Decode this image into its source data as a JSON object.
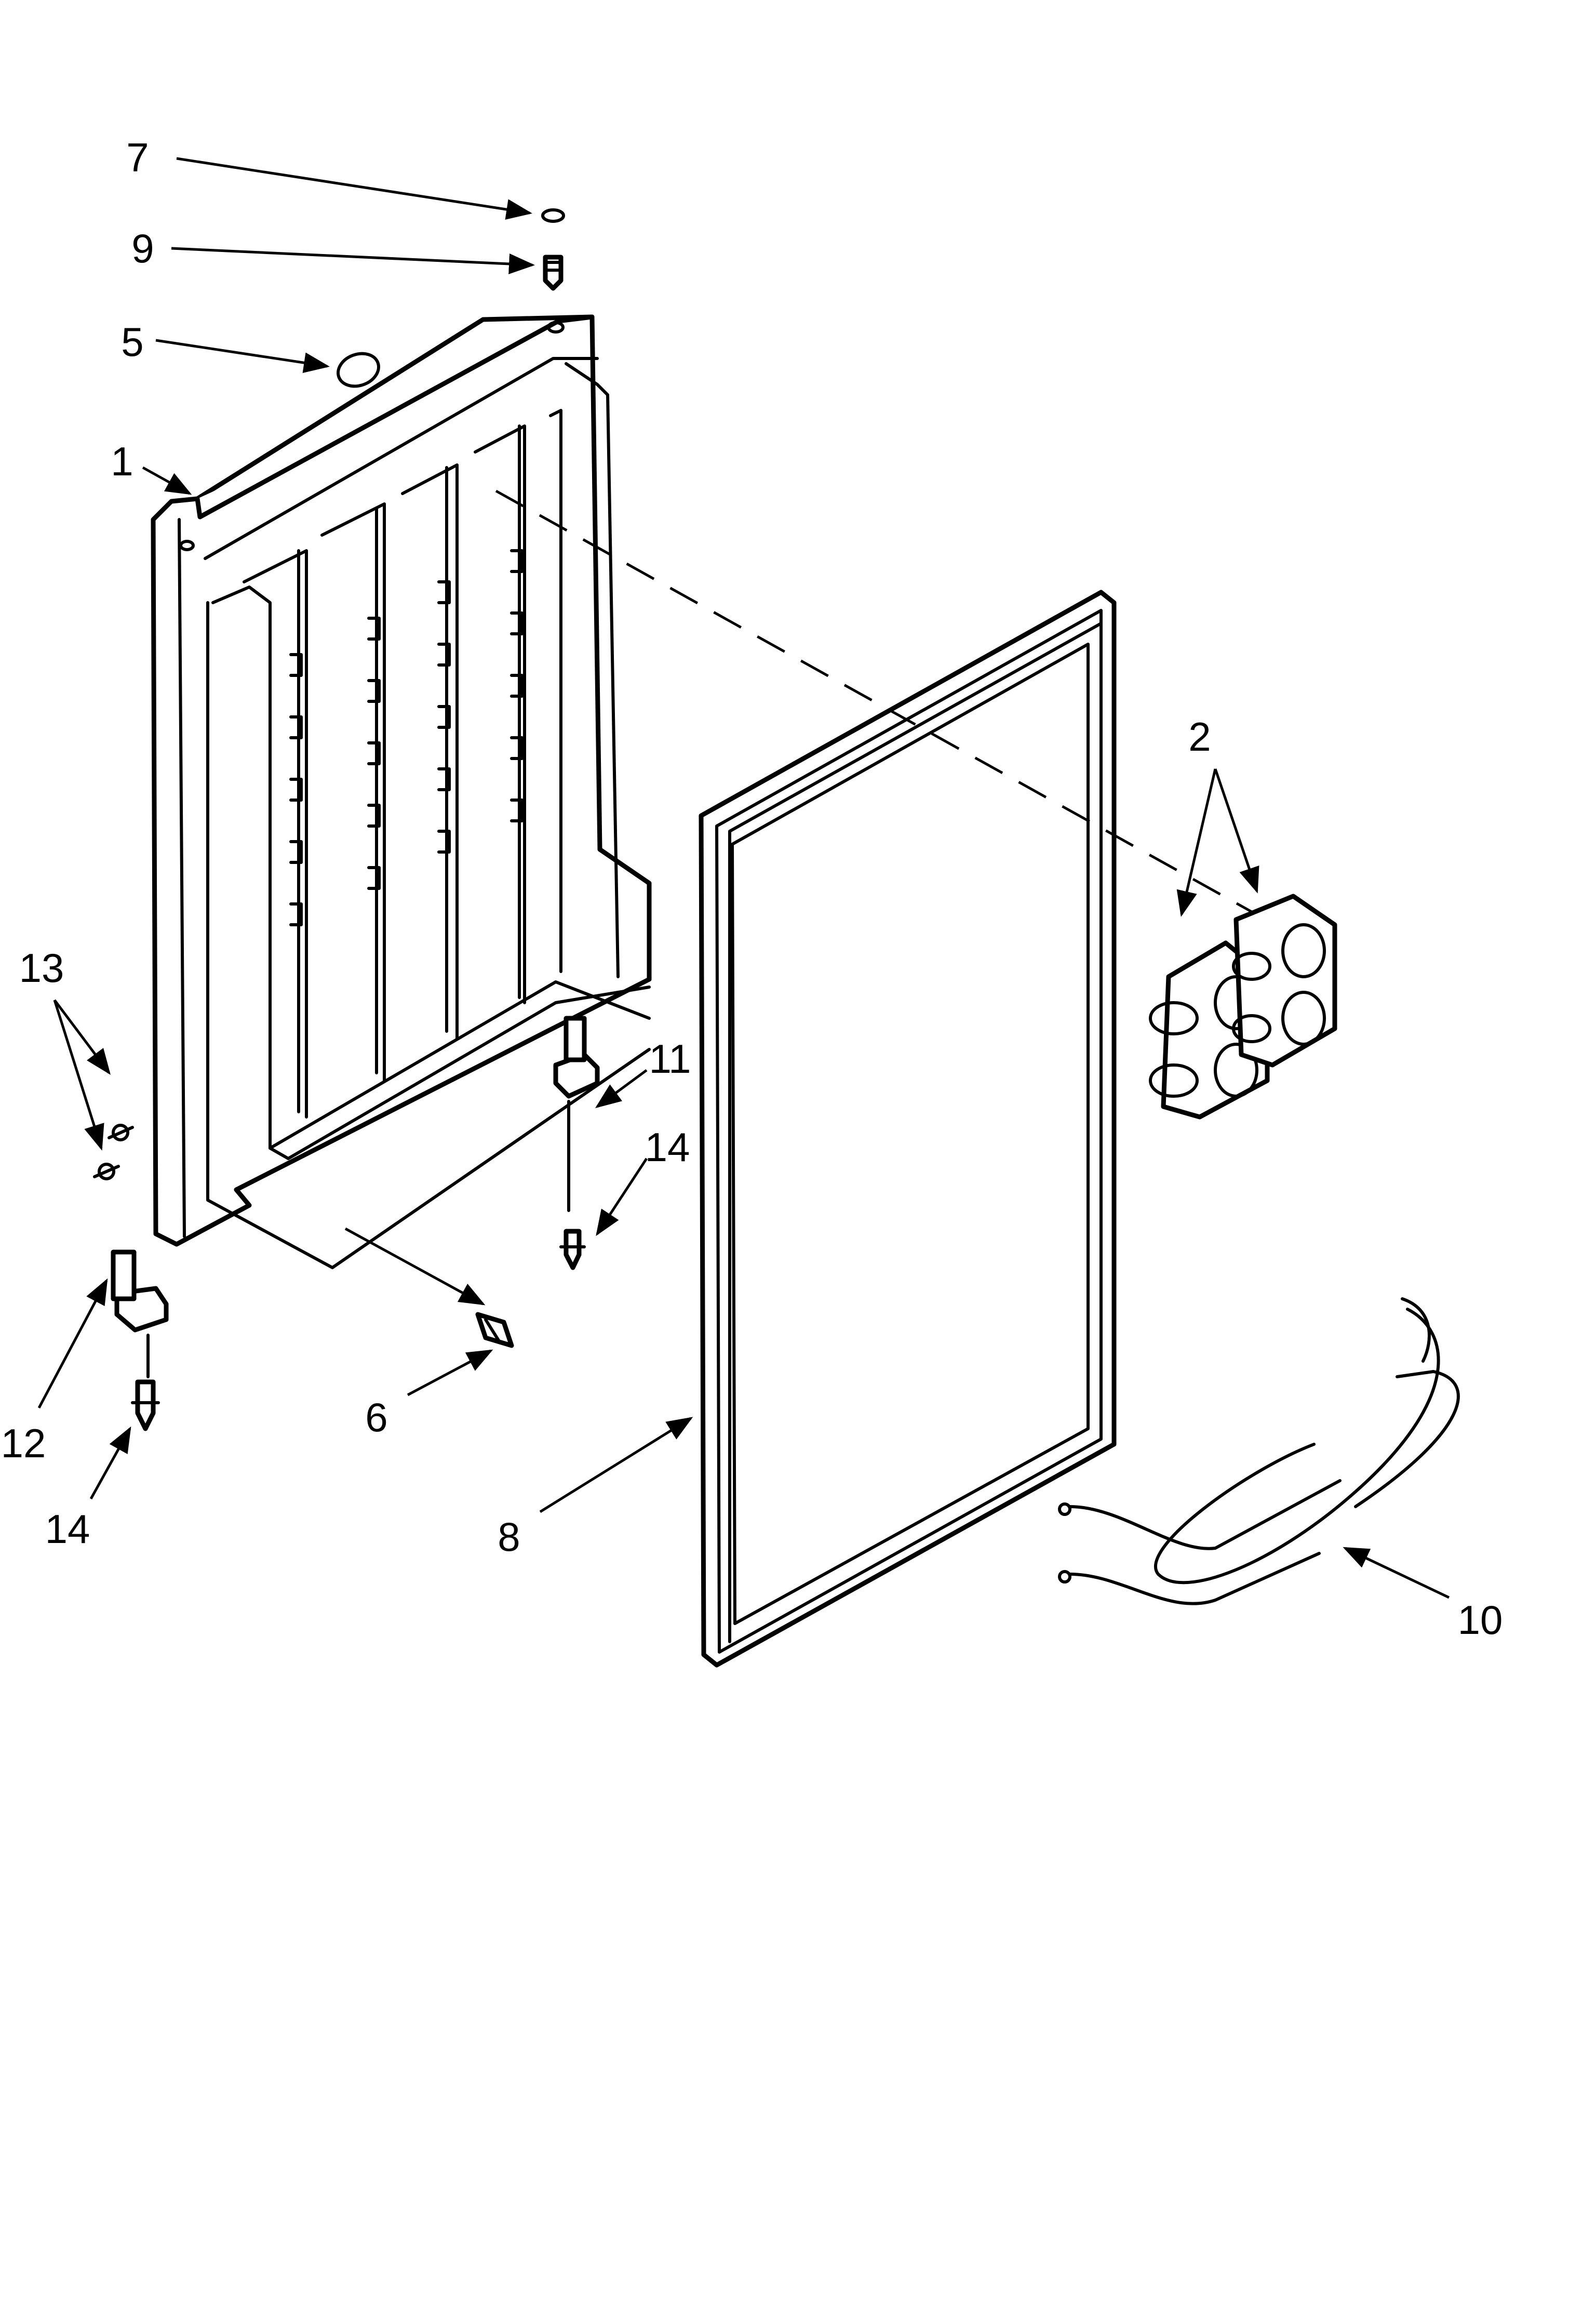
{
  "callouts": [
    {
      "id": "7",
      "text": "7"
    },
    {
      "id": "9",
      "text": "9"
    },
    {
      "id": "5",
      "text": "5"
    },
    {
      "id": "1",
      "text": "1"
    },
    {
      "id": "2",
      "text": "2"
    },
    {
      "id": "13",
      "text": "13"
    },
    {
      "id": "11",
      "text": "11"
    },
    {
      "id": "14a",
      "text": "14"
    },
    {
      "id": "12",
      "text": "12"
    },
    {
      "id": "6",
      "text": "6"
    },
    {
      "id": "14b",
      "text": "14"
    },
    {
      "id": "8",
      "text": "8"
    },
    {
      "id": "10",
      "text": "10"
    }
  ]
}
